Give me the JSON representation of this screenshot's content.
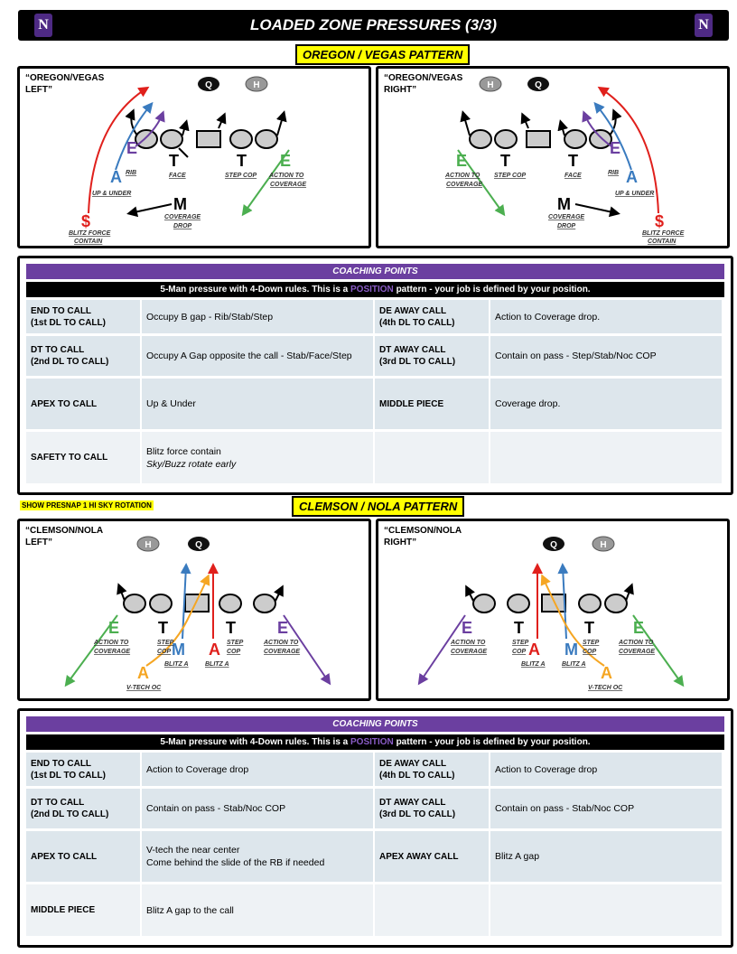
{
  "header": {
    "title": "LOADED ZONE PRESSURES (3/3)",
    "logo_letter": "N"
  },
  "section1": {
    "label": "OREGON / VEGAS PATTERN",
    "left_title": [
      "“OREGON/VEGAS",
      "LEFT”"
    ],
    "right_title": [
      "“OREGON/VEGAS",
      "RIGHT”"
    ],
    "tags_left": {
      "q": "Q",
      "h": "H",
      "E": "E",
      "A": "A",
      "T1": "T",
      "T2": "T",
      "E2": "E",
      "M": "M",
      "S": "$",
      "rib": "RIB",
      "up_under": "UP & UNDER",
      "face": "FACE",
      "step_cop": "STEP COP",
      "action_to": "ACTION TO",
      "coverage": "COVERAGE",
      "coverage2": "COVERAGE",
      "drop": "DROP",
      "blitz_force": "BLITZ FORCE",
      "contain": "CONTAIN"
    },
    "coaching": {
      "header": "COACHING POINTS",
      "sub_pre": "5-Man pressure with 4-Down rules. This is a ",
      "sub_hl": "POSITION",
      "sub_post": " pattern - your job is defined by your position.",
      "rows": [
        {
          "k1": [
            "END TO CALL",
            "(1st DL TO CALL)"
          ],
          "v1": [
            "Occupy B gap - Rib/Stab/Step"
          ],
          "k2": [
            "DE AWAY CALL",
            "(4th DL TO CALL)"
          ],
          "v2": [
            "Action to Coverage drop."
          ]
        },
        {
          "k1": [
            "DT TO CALL",
            "(2nd DL TO CALL)"
          ],
          "v1": [
            "Occupy A Gap opposite the call - Stab/Face/Step"
          ],
          "k2": [
            "DT AWAY CALL",
            "(3rd DL TO CALL)"
          ],
          "v2": [
            "Contain on pass - Step/Stab/Noc COP"
          ]
        },
        {
          "k1": [
            "APEX TO CALL"
          ],
          "v1": [
            "Up & Under"
          ],
          "k2": [
            "MIDDLE PIECE"
          ],
          "v2": [
            "Coverage drop."
          ]
        },
        {
          "k1": [
            "SAFETY TO CALL"
          ],
          "v1": [
            "Blitz force contain"
          ],
          "v1_italic": "Sky/Buzz rotate early",
          "k2": [],
          "v2": []
        }
      ]
    }
  },
  "section2": {
    "label": "CLEMSON / NOLA PATTERN",
    "note": "SHOW PRESNAP 1 HI SKY ROTATION",
    "left_title": [
      "“CLEMSON/NOLA",
      "LEFT”"
    ],
    "right_title": [
      "“CLEMSON/NOLA",
      "RIGHT”"
    ],
    "tags": {
      "action_to": "ACTION TO",
      "coverage": "COVERAGE",
      "step": "STEP",
      "cop": "COP",
      "blitz_a": "BLITZ A",
      "vtech": "V-TECH OC",
      "M": "M",
      "A": "A",
      "E": "E",
      "T": "T"
    },
    "coaching": {
      "header": "COACHING POINTS",
      "sub_pre": "5-Man pressure with 4-Down rules. This is a ",
      "sub_hl": "POSITION",
      "sub_post": " pattern - your job is defined by your position.",
      "rows": [
        {
          "k1": [
            "END TO CALL",
            "(1st DL TO CALL)"
          ],
          "v1": [
            "Action to Coverage drop"
          ],
          "k2": [
            "DE AWAY CALL",
            "(4th DL TO CALL)"
          ],
          "v2": [
            "Action to Coverage drop"
          ]
        },
        {
          "k1": [
            "DT TO CALL",
            "(2nd DL TO CALL)"
          ],
          "v1": [
            "Contain on pass - Stab/Noc COP"
          ],
          "k2": [
            "DT AWAY CALL",
            "(3rd DL TO CALL)"
          ],
          "v2": [
            "Contain on pass - Stab/Noc COP"
          ]
        },
        {
          "k1": [
            "APEX TO CALL"
          ],
          "v1": [
            "V-tech the near center",
            "Come behind the slide of the RB if needed"
          ],
          "k2": [
            "APEX AWAY CALL"
          ],
          "v2": [
            "Blitz A gap"
          ]
        },
        {
          "k1": [
            "MIDDLE PIECE"
          ],
          "v1": [
            "Blitz A gap to the call"
          ],
          "k2": [],
          "v2": []
        }
      ]
    }
  },
  "colors": {
    "purple": "#6b3fa0",
    "blue": "#3a7bbf",
    "red": "#e0201c",
    "green": "#4caf50",
    "orange": "#f5a623",
    "cell": "#dde6ec"
  }
}
